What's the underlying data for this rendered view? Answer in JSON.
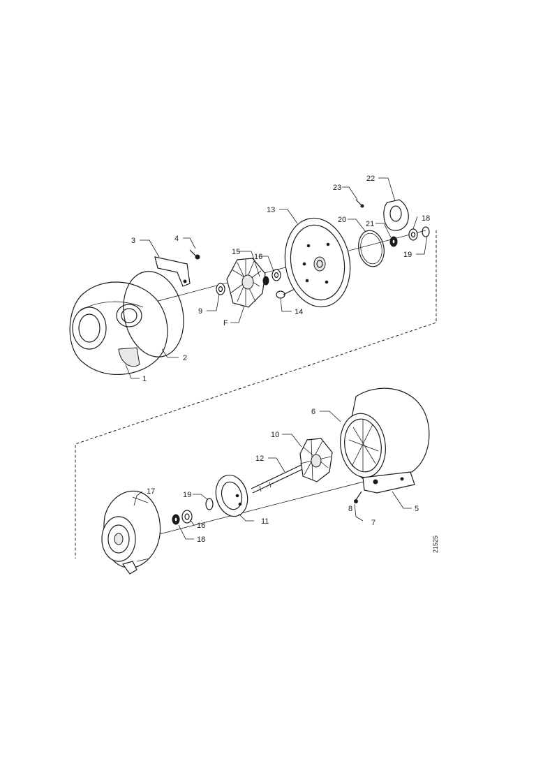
{
  "figure_code": "21525",
  "callouts": [
    "1",
    "2",
    "3",
    "4",
    "5",
    "6",
    "7",
    "8",
    "9",
    "10",
    "11",
    "12",
    "13",
    "14",
    "15",
    "16",
    "17",
    "18",
    "19",
    "20",
    "21",
    "22",
    "23",
    "F"
  ]
}
